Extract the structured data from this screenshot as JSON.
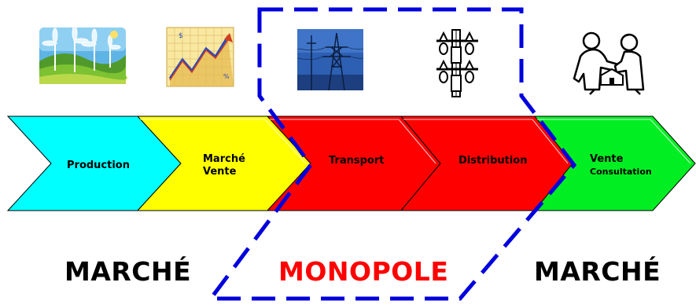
{
  "stages": [
    {
      "label": "Production",
      "color": "#00ffff"
    },
    {
      "label_line1": "Marché",
      "label_line2": "Vente",
      "color": "#ffff00"
    },
    {
      "label": "Transport",
      "color": "#ff0000"
    },
    {
      "label": "Distribution",
      "color": "#ff0000"
    },
    {
      "label_line1": "Vente",
      "label_line2": "Consultation",
      "color": "#00ee22"
    }
  ],
  "sections": {
    "left": {
      "text": "MARCHÉ",
      "color": "#000000"
    },
    "center": {
      "text": "MONOPOLE",
      "color": "#ff0000"
    },
    "right": {
      "text": "MARCHÉ",
      "color": "#000000"
    }
  },
  "icons": [
    {
      "name": "wind-turbines-clipart"
    },
    {
      "name": "rising-chart-clipart"
    },
    {
      "name": "power-pylon-photo"
    },
    {
      "name": "utility-pole-clipart"
    },
    {
      "name": "handshake-clipart"
    }
  ],
  "highlight": {
    "color": "#0000dd",
    "style": "dashed"
  }
}
